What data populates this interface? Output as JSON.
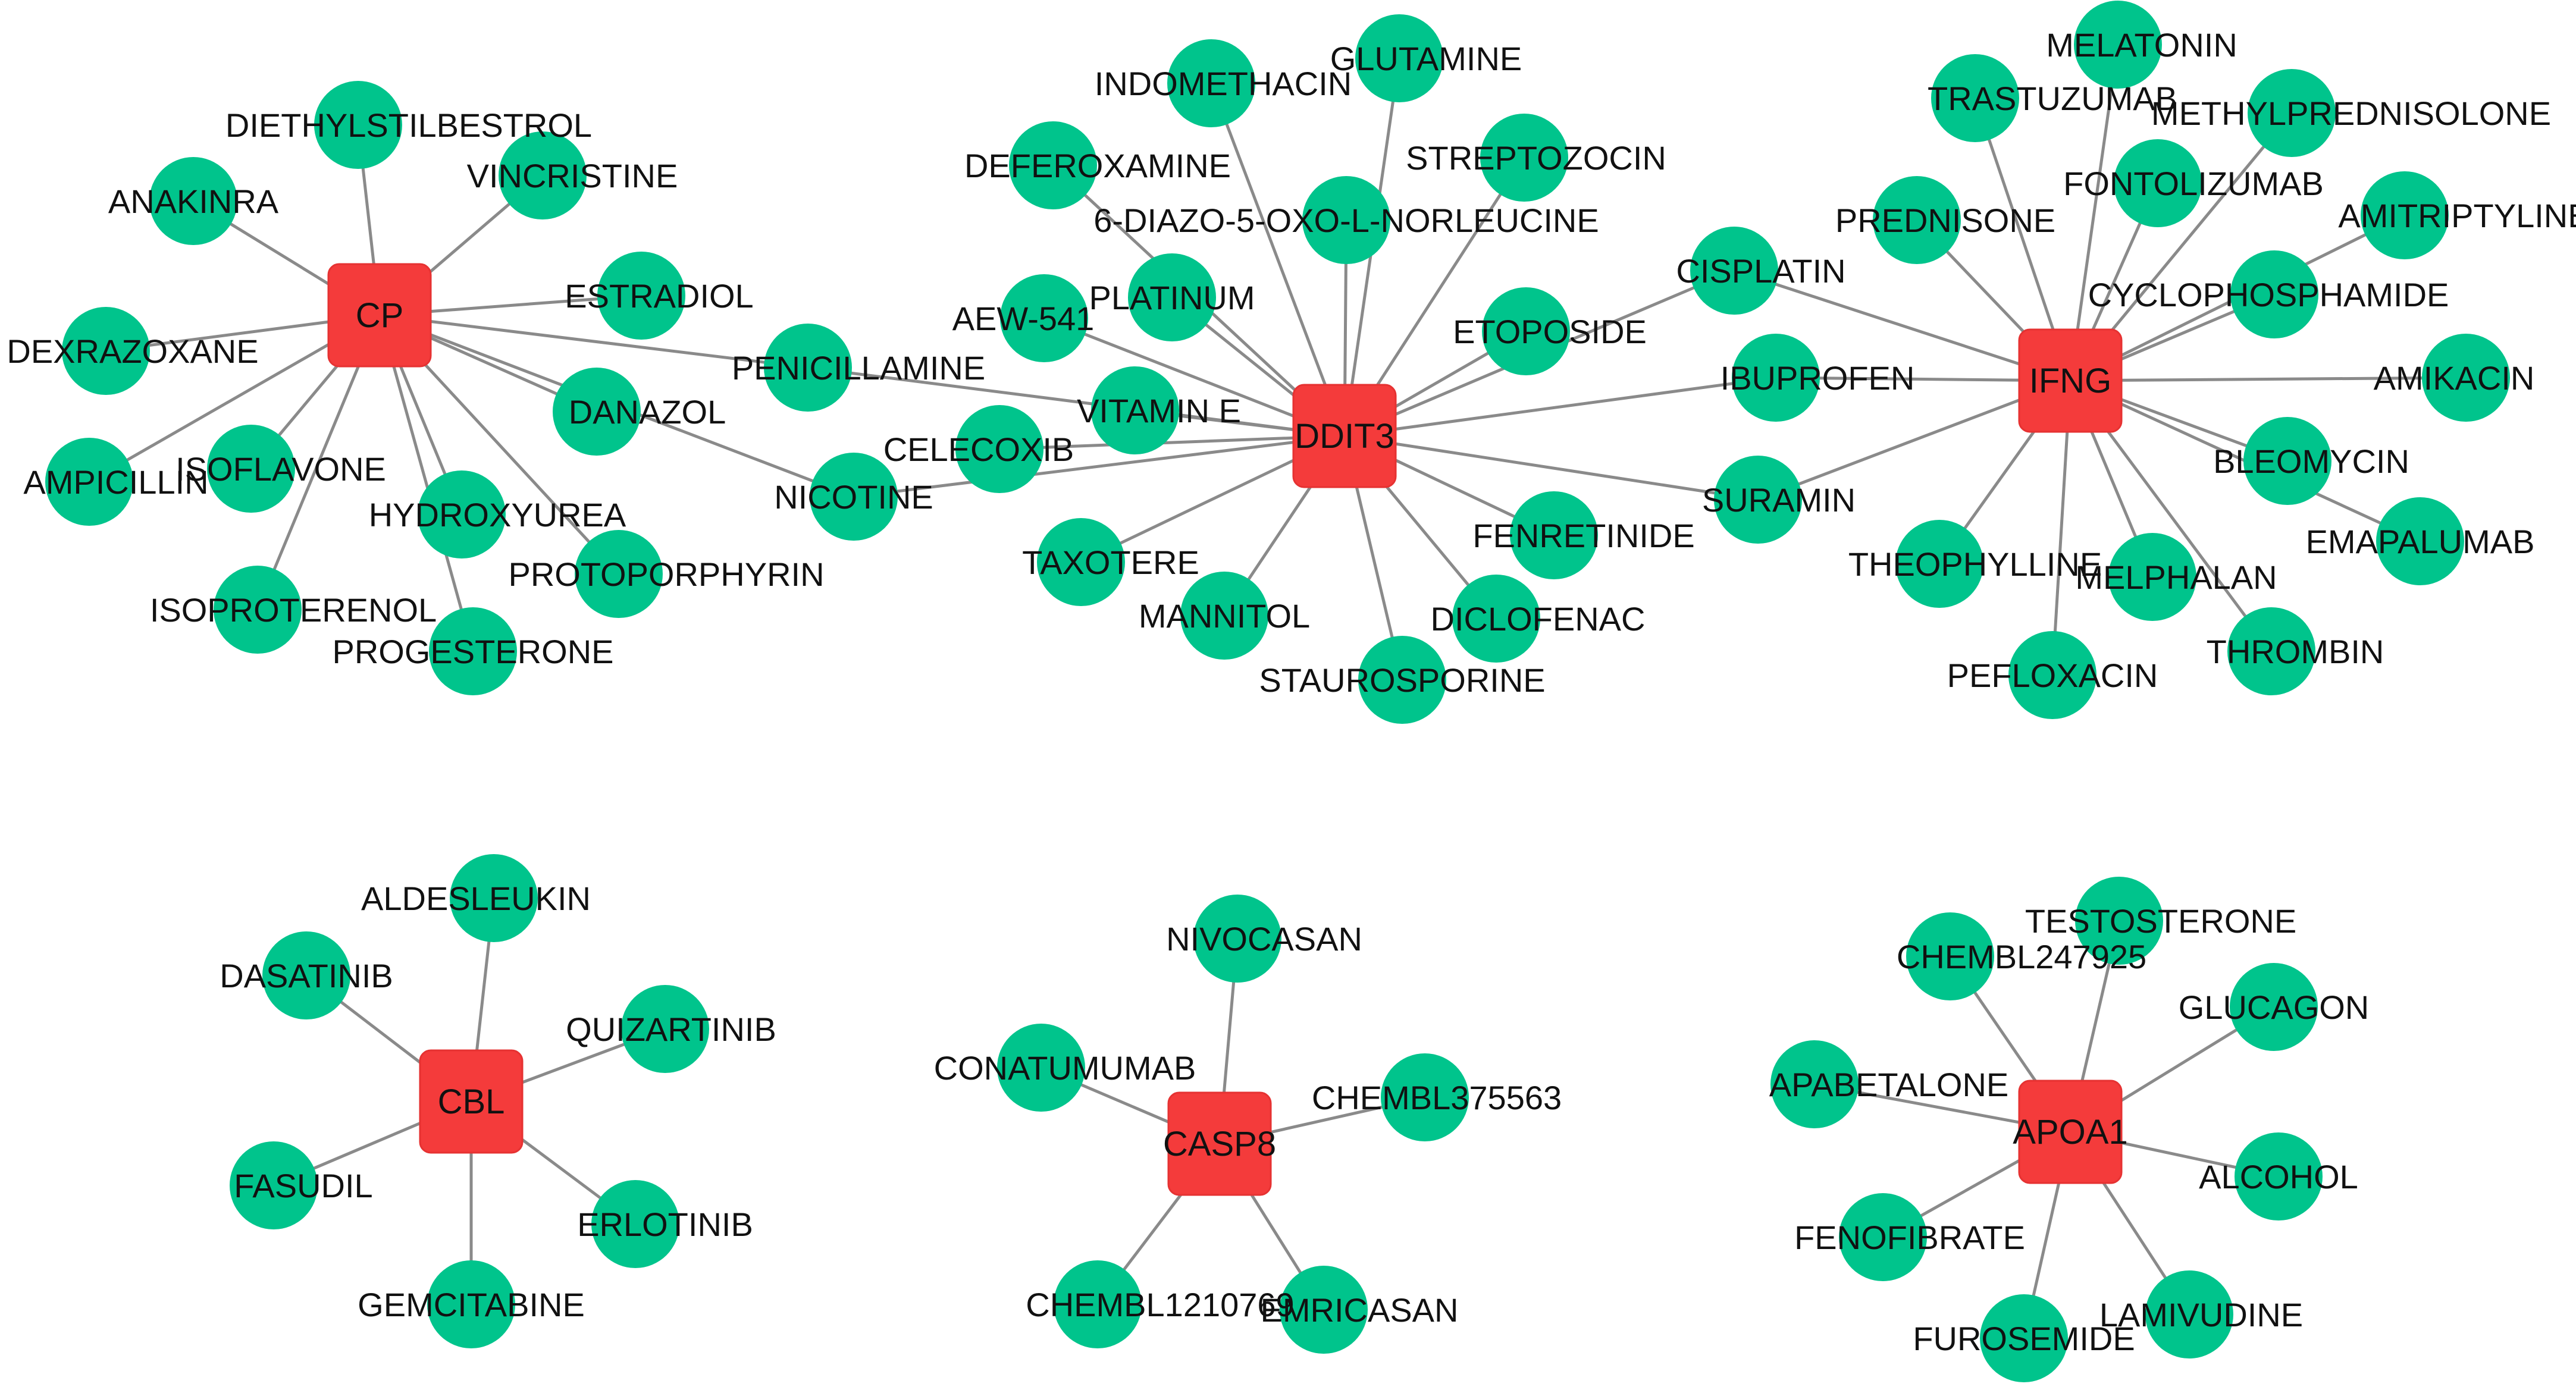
{
  "colors": {
    "target": "#f43b3b",
    "drug": "#00c48c",
    "edge": "#8a8a8a",
    "text": "#111111"
  },
  "targets": [
    {
      "id": "CP",
      "label": "CP"
    },
    {
      "id": "DDIT3",
      "label": "DDIT3"
    },
    {
      "id": "IFNG",
      "label": "IFNG"
    },
    {
      "id": "CBL",
      "label": "CBL"
    },
    {
      "id": "CASP8",
      "label": "CASP8"
    },
    {
      "id": "APOA1",
      "label": "APOA1"
    }
  ],
  "drugs": [
    {
      "id": "DIETHYLSTILBESTROL",
      "label": "DIETHYLSTILBESTROL"
    },
    {
      "id": "ANAKINRA",
      "label": "ANAKINRA"
    },
    {
      "id": "VINCRISTINE",
      "label": "VINCRISTINE"
    },
    {
      "id": "ESTRADIOL",
      "label": "ESTRADIOL"
    },
    {
      "id": "DEXRAZOXANE",
      "label": "DEXRAZOXANE"
    },
    {
      "id": "AMPICILLIN",
      "label": "AMPICILLIN"
    },
    {
      "id": "ISOFLAVONE",
      "label": "ISOFLAVONE"
    },
    {
      "id": "DANAZOL",
      "label": "DANAZOL"
    },
    {
      "id": "HYDROXYUREA",
      "label": "HYDROXYUREA"
    },
    {
      "id": "PROTOPORPHYRIN",
      "label": "PROTOPORPHYRIN"
    },
    {
      "id": "ISOPROTERENOL",
      "label": "ISOPROTERENOL"
    },
    {
      "id": "PROGESTERONE",
      "label": "PROGESTERONE"
    },
    {
      "id": "PENICILLAMINE",
      "label": "PENICILLAMINE"
    },
    {
      "id": "NICOTINE",
      "label": "NICOTINE"
    },
    {
      "id": "INDOMETHACIN",
      "label": "INDOMETHACIN"
    },
    {
      "id": "GLUTAMINE",
      "label": "GLUTAMINE"
    },
    {
      "id": "DEFEROXAMINE",
      "label": "DEFEROXAMINE"
    },
    {
      "id": "STREPTOZOCIN",
      "label": "STREPTOZOCIN"
    },
    {
      "id": "DON",
      "label": "6-DIAZO-5-OXO-L-NORLEUCINE"
    },
    {
      "id": "AEW541",
      "label": "AEW-541"
    },
    {
      "id": "PLATINUM",
      "label": "PLATINUM"
    },
    {
      "id": "ETOPOSIDE",
      "label": "ETOPOSIDE"
    },
    {
      "id": "VITAMINE",
      "label": "VITAMIN E"
    },
    {
      "id": "CELECOXIB",
      "label": "CELECOXIB"
    },
    {
      "id": "FENRETINIDE",
      "label": "FENRETINIDE"
    },
    {
      "id": "TAXOTERE",
      "label": "TAXOTERE"
    },
    {
      "id": "MANNITOL",
      "label": "MANNITOL"
    },
    {
      "id": "DICLOFENAC",
      "label": "DICLOFENAC"
    },
    {
      "id": "STAUROSPORINE",
      "label": "STAUROSPORINE"
    },
    {
      "id": "CISPLATIN",
      "label": "CISPLATIN"
    },
    {
      "id": "IBUPROFEN",
      "label": "IBUPROFEN"
    },
    {
      "id": "SURAMIN",
      "label": "SURAMIN"
    },
    {
      "id": "MELATONIN",
      "label": "MELATONIN"
    },
    {
      "id": "TRASTUZUMAB",
      "label": "TRASTUZUMAB"
    },
    {
      "id": "METHYLPREDNISOLONE",
      "label": "METHYLPREDNISOLONE"
    },
    {
      "id": "FONTOLIZUMAB",
      "label": "FONTOLIZUMAB"
    },
    {
      "id": "PREDNISONE",
      "label": "PREDNISONE"
    },
    {
      "id": "AMITRIPTYLINE",
      "label": "AMITRIPTYLINE"
    },
    {
      "id": "CYCLOPHOSPHAMIDE",
      "label": "CYCLOPHOSPHAMIDE"
    },
    {
      "id": "AMIKACIN",
      "label": "AMIKACIN"
    },
    {
      "id": "BLEOMYCIN",
      "label": "BLEOMYCIN"
    },
    {
      "id": "EMAPALUMAB",
      "label": "EMAPALUMAB"
    },
    {
      "id": "THEOPHYLLINE",
      "label": "THEOPHYLLINE"
    },
    {
      "id": "MELPHALAN",
      "label": "MELPHALAN"
    },
    {
      "id": "THROMBIN",
      "label": "THROMBIN"
    },
    {
      "id": "PEFLOXACIN",
      "label": "PEFLOXACIN"
    },
    {
      "id": "ALDESLEUKIN",
      "label": "ALDESLEUKIN"
    },
    {
      "id": "DASATINIB",
      "label": "DASATINIB"
    },
    {
      "id": "QUIZARTINIB",
      "label": "QUIZARTINIB"
    },
    {
      "id": "FASUDIL",
      "label": "FASUDIL"
    },
    {
      "id": "ERLOTINIB",
      "label": "ERLOTINIB"
    },
    {
      "id": "GEMCITABINE",
      "label": "GEMCITABINE"
    },
    {
      "id": "NIVOCASAN",
      "label": "NIVOCASAN"
    },
    {
      "id": "CONATUMUMAB",
      "label": "CONATUMUMAB"
    },
    {
      "id": "CHEMBL375563",
      "label": "CHEMBL375563"
    },
    {
      "id": "CHEMBL1210769",
      "label": "CHEMBL1210769"
    },
    {
      "id": "EMRICASAN",
      "label": "EMRICASAN"
    },
    {
      "id": "TESTOSTERONE",
      "label": "TESTOSTERONE"
    },
    {
      "id": "CHEMBL24792",
      "label": "CHEMBL247925"
    },
    {
      "id": "GLUCAGON",
      "label": "GLUCAGON"
    },
    {
      "id": "APABETALONE",
      "label": "APABETALONE"
    },
    {
      "id": "ALCOHOL",
      "label": "ALCOHOL"
    },
    {
      "id": "FENOFIBRATE",
      "label": "FENOFIBRATE"
    },
    {
      "id": "LAMIVUDINE",
      "label": "LAMIVUDINE"
    },
    {
      "id": "FUROSEMIDE",
      "label": "FUROSEMIDE"
    }
  ],
  "edges": [
    [
      "CP",
      "DIETHYLSTILBESTROL"
    ],
    [
      "CP",
      "ANAKINRA"
    ],
    [
      "CP",
      "VINCRISTINE"
    ],
    [
      "CP",
      "ESTRADIOL"
    ],
    [
      "CP",
      "DEXRAZOXANE"
    ],
    [
      "CP",
      "AMPICILLIN"
    ],
    [
      "CP",
      "ISOFLAVONE"
    ],
    [
      "CP",
      "DANAZOL"
    ],
    [
      "CP",
      "HYDROXYUREA"
    ],
    [
      "CP",
      "PROTOPORPHYRIN"
    ],
    [
      "CP",
      "ISOPROTERENOL"
    ],
    [
      "CP",
      "PROGESTERONE"
    ],
    [
      "CP",
      "PENICILLAMINE"
    ],
    [
      "CP",
      "NICOTINE"
    ],
    [
      "DDIT3",
      "PENICILLAMINE"
    ],
    [
      "DDIT3",
      "NICOTINE"
    ],
    [
      "DDIT3",
      "INDOMETHACIN"
    ],
    [
      "DDIT3",
      "GLUTAMINE"
    ],
    [
      "DDIT3",
      "DEFEROXAMINE"
    ],
    [
      "DDIT3",
      "STREPTOZOCIN"
    ],
    [
      "DDIT3",
      "DON"
    ],
    [
      "DDIT3",
      "AEW541"
    ],
    [
      "DDIT3",
      "PLATINUM"
    ],
    [
      "DDIT3",
      "ETOPOSIDE"
    ],
    [
      "DDIT3",
      "VITAMINE"
    ],
    [
      "DDIT3",
      "CELECOXIB"
    ],
    [
      "DDIT3",
      "FENRETINIDE"
    ],
    [
      "DDIT3",
      "TAXOTERE"
    ],
    [
      "DDIT3",
      "MANNITOL"
    ],
    [
      "DDIT3",
      "DICLOFENAC"
    ],
    [
      "DDIT3",
      "STAUROSPORINE"
    ],
    [
      "DDIT3",
      "CISPLATIN"
    ],
    [
      "DDIT3",
      "IBUPROFEN"
    ],
    [
      "DDIT3",
      "SURAMIN"
    ],
    [
      "IFNG",
      "CISPLATIN"
    ],
    [
      "IFNG",
      "IBUPROFEN"
    ],
    [
      "IFNG",
      "SURAMIN"
    ],
    [
      "IFNG",
      "MELATONIN"
    ],
    [
      "IFNG",
      "TRASTUZUMAB"
    ],
    [
      "IFNG",
      "METHYLPREDNISOLONE"
    ],
    [
      "IFNG",
      "FONTOLIZUMAB"
    ],
    [
      "IFNG",
      "PREDNISONE"
    ],
    [
      "IFNG",
      "AMITRIPTYLINE"
    ],
    [
      "IFNG",
      "CYCLOPHOSPHAMIDE"
    ],
    [
      "IFNG",
      "AMIKACIN"
    ],
    [
      "IFNG",
      "BLEOMYCIN"
    ],
    [
      "IFNG",
      "EMAPALUMAB"
    ],
    [
      "IFNG",
      "THEOPHYLLINE"
    ],
    [
      "IFNG",
      "MELPHALAN"
    ],
    [
      "IFNG",
      "THROMBIN"
    ],
    [
      "IFNG",
      "PEFLOXACIN"
    ],
    [
      "CBL",
      "ALDESLEUKIN"
    ],
    [
      "CBL",
      "DASATINIB"
    ],
    [
      "CBL",
      "QUIZARTINIB"
    ],
    [
      "CBL",
      "FASUDIL"
    ],
    [
      "CBL",
      "ERLOTINIB"
    ],
    [
      "CBL",
      "GEMCITABINE"
    ],
    [
      "CASP8",
      "NIVOCASAN"
    ],
    [
      "CASP8",
      "CONATUMUMAB"
    ],
    [
      "CASP8",
      "CHEMBL375563"
    ],
    [
      "CASP8",
      "CHEMBL1210769"
    ],
    [
      "CASP8",
      "EMRICASAN"
    ],
    [
      "APOA1",
      "TESTOSTERONE"
    ],
    [
      "APOA1",
      "CHEMBL24792"
    ],
    [
      "APOA1",
      "GLUCAGON"
    ],
    [
      "APOA1",
      "APABETALONE"
    ],
    [
      "APOA1",
      "ALCOHOL"
    ],
    [
      "APOA1",
      "FENOFIBRATE"
    ],
    [
      "APOA1",
      "LAMIVUDINE"
    ],
    [
      "APOA1",
      "FUROSEMIDE"
    ]
  ]
}
